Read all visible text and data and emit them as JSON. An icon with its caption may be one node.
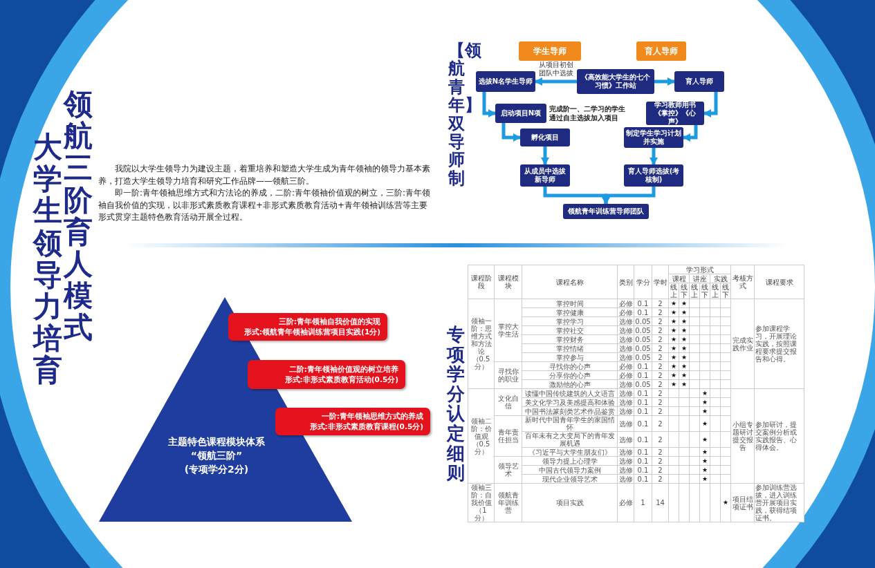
{
  "diagram": {
    "title": "领航三阶育人模式",
    "nodes": [
      {
        "text": [
          "学生导师"
        ]
      },
      {
        "text": [
          "育人导师"
        ]
      },
      {
        "text": [
          "选拔N名学生导师"
        ]
      },
      {
        "text": [
          "《高效能大学生的七个习惯》工作站"
        ]
      },
      {
        "text": [
          "育人导师"
        ]
      },
      {
        "text": [
          "启动项目N项"
        ],
        "beside": [
          "完成阶一、二学习的学生通过自主选拔加入项目"
        ]
      },
      {
        "text": [
          "学习教师用书《掌控》《心声》"
        ]
      },
      {
        "text": [
          "孵化项目"
        ]
      },
      {
        "text": [
          "制定学生学习计划并实施"
        ]
      },
      {
        "text": [
          "从成员中选拔新导师"
        ]
      },
      {
        "text": [
          "育人导师选拔(考核制)"
        ]
      },
      {
        "text": [
          "领航青年训练营导师团队"
        ]
      },
      {
        "text": [
          "三阶:青年领袖自我价值的实现",
          "形式:领航青年领袖训练营项目实践(1分)"
        ]
      },
      {
        "text": [
          "二阶:青年领袖价值观的树立培养",
          "形式:非形式素质教育活动(0.5分)"
        ]
      },
      {
        "text": [
          "一阶:青年领袖思维方式的养成",
          "形式:非形式素质教育课程(0.5分)"
        ]
      },
      {
        "text": [
          "主题特色课程模块体系",
          "“领航三阶”",
          "(专项学分2分)"
        ]
      }
    ],
    "edges": [
      {
        "from": 3,
        "to": 2,
        "arrow": "to",
        "label": "从项目初创团队中选拔"
      },
      {
        "from": 3,
        "to": 4,
        "arrow": "to"
      },
      {
        "from": 2,
        "to": 5,
        "arrow": "to"
      },
      {
        "from": 5,
        "to": 7,
        "arrow": "to"
      },
      {
        "from": 7,
        "to": 9,
        "arrow": "to"
      },
      {
        "from": 4,
        "to": 6,
        "arrow": "to"
      },
      {
        "from": 6,
        "to": 8,
        "arrow": "to"
      },
      {
        "from": 8,
        "to": 10,
        "arrow": "to"
      },
      {
        "from": 9,
        "to": 11,
        "arrow": "to"
      },
      {
        "from": 10,
        "to": 11,
        "arrow": "to"
      }
    ],
    "labels": [
      "大学生领导力培育",
      "我院以大学生领导力为建设主题，着重培养和塑造大学生成为青年领袖的领导力基本素养，打造大学生领导力培育和研究工作品牌——领航三阶。",
      "即一阶:青年领袖思维方式和方法论的养成，二阶:青年领袖价值观的树立，三阶:青年领袖自我价值的实现，以非形式素质教育课程+非形式素质教育活动+青年领袖训练营等主要形式贯穿主题特色教育活动开展全过程。",
      "【领航青年】双导师制",
      "专项学分认定细则",
      "课程阶段",
      "课程模块",
      "课程名称",
      "类别",
      "学分",
      "学时",
      "学习形式",
      "考核方式",
      "课程要求",
      "课程",
      "讲座",
      "实践",
      "线上",
      "线下",
      "线上",
      "线下",
      "线上",
      "线下",
      "领袖一阶：思维方式和方法论（0.5分）",
      "掌控大学生活",
      "掌控时间",
      "必修",
      "0.1",
      "2",
      "★",
      "★",
      "完成实践作业",
      "参加课程学习，开展理论实践，按照课程要求提交报告和心得。",
      "掌控健康",
      "必修",
      "0.1",
      "2",
      "★",
      "★",
      "掌控学习",
      "选修",
      "0.05",
      "2",
      "★",
      "★",
      "掌控社交",
      "选修",
      "0.05",
      "2",
      "★",
      "★",
      "掌控财务",
      "选修",
      "0.05",
      "2",
      "★",
      "★",
      "掌控情绪",
      "选修",
      "0.05",
      "2",
      "★",
      "★",
      "掌控参与",
      "选修",
      "0.05",
      "2",
      "★",
      "★",
      "寻找你的职业",
      "寻找你的心声",
      "必修",
      "0.1",
      "2",
      "★",
      "★",
      "分享你的心声",
      "必修",
      "0.1",
      "2",
      "★",
      "★",
      "激励他的心声",
      "选修",
      "0.05",
      "2",
      "★",
      "★",
      "领袖二阶：价值观（0.5分）",
      "文化自信",
      "读懂中国传统建筑的人文语言",
      "选修",
      "0.1",
      "2",
      "★",
      "小组专题研讨提交报告",
      "参加研讨，提交案例分析或实践报告、心得体会。",
      "美文化学习及美感提高和体验",
      "选修",
      "0.1",
      "2",
      "★",
      "中国书法篆刻类艺术作品鉴赏",
      "选修",
      "0.1",
      "2",
      "★",
      "青年责任担当",
      "新时代中国青年学生的家国情怀",
      "选修",
      "0.1",
      "2",
      "★",
      "百年未有之大变局下的青年发展机遇",
      "选修",
      "0.1",
      "2",
      "★",
      "《习近平与大学生朋友们》",
      "选修",
      "0.1",
      "2",
      "★",
      "领导艺术",
      "领导力提上心理学",
      "选修",
      "0.1",
      "2",
      "★",
      "中国古代领导力案例",
      "选修",
      "0.1",
      "2",
      "★",
      "现代企业领导艺术",
      "选修",
      "0.1",
      "2",
      "★",
      "领袖三阶：自我价值（1分）",
      "领航青年训练营",
      "项目实践",
      "必修",
      "1",
      "14",
      "★",
      "项目结项证书",
      "参加训练营选拔，进入训练营开展项目实践，获得结项证书。"
    ]
  }
}
